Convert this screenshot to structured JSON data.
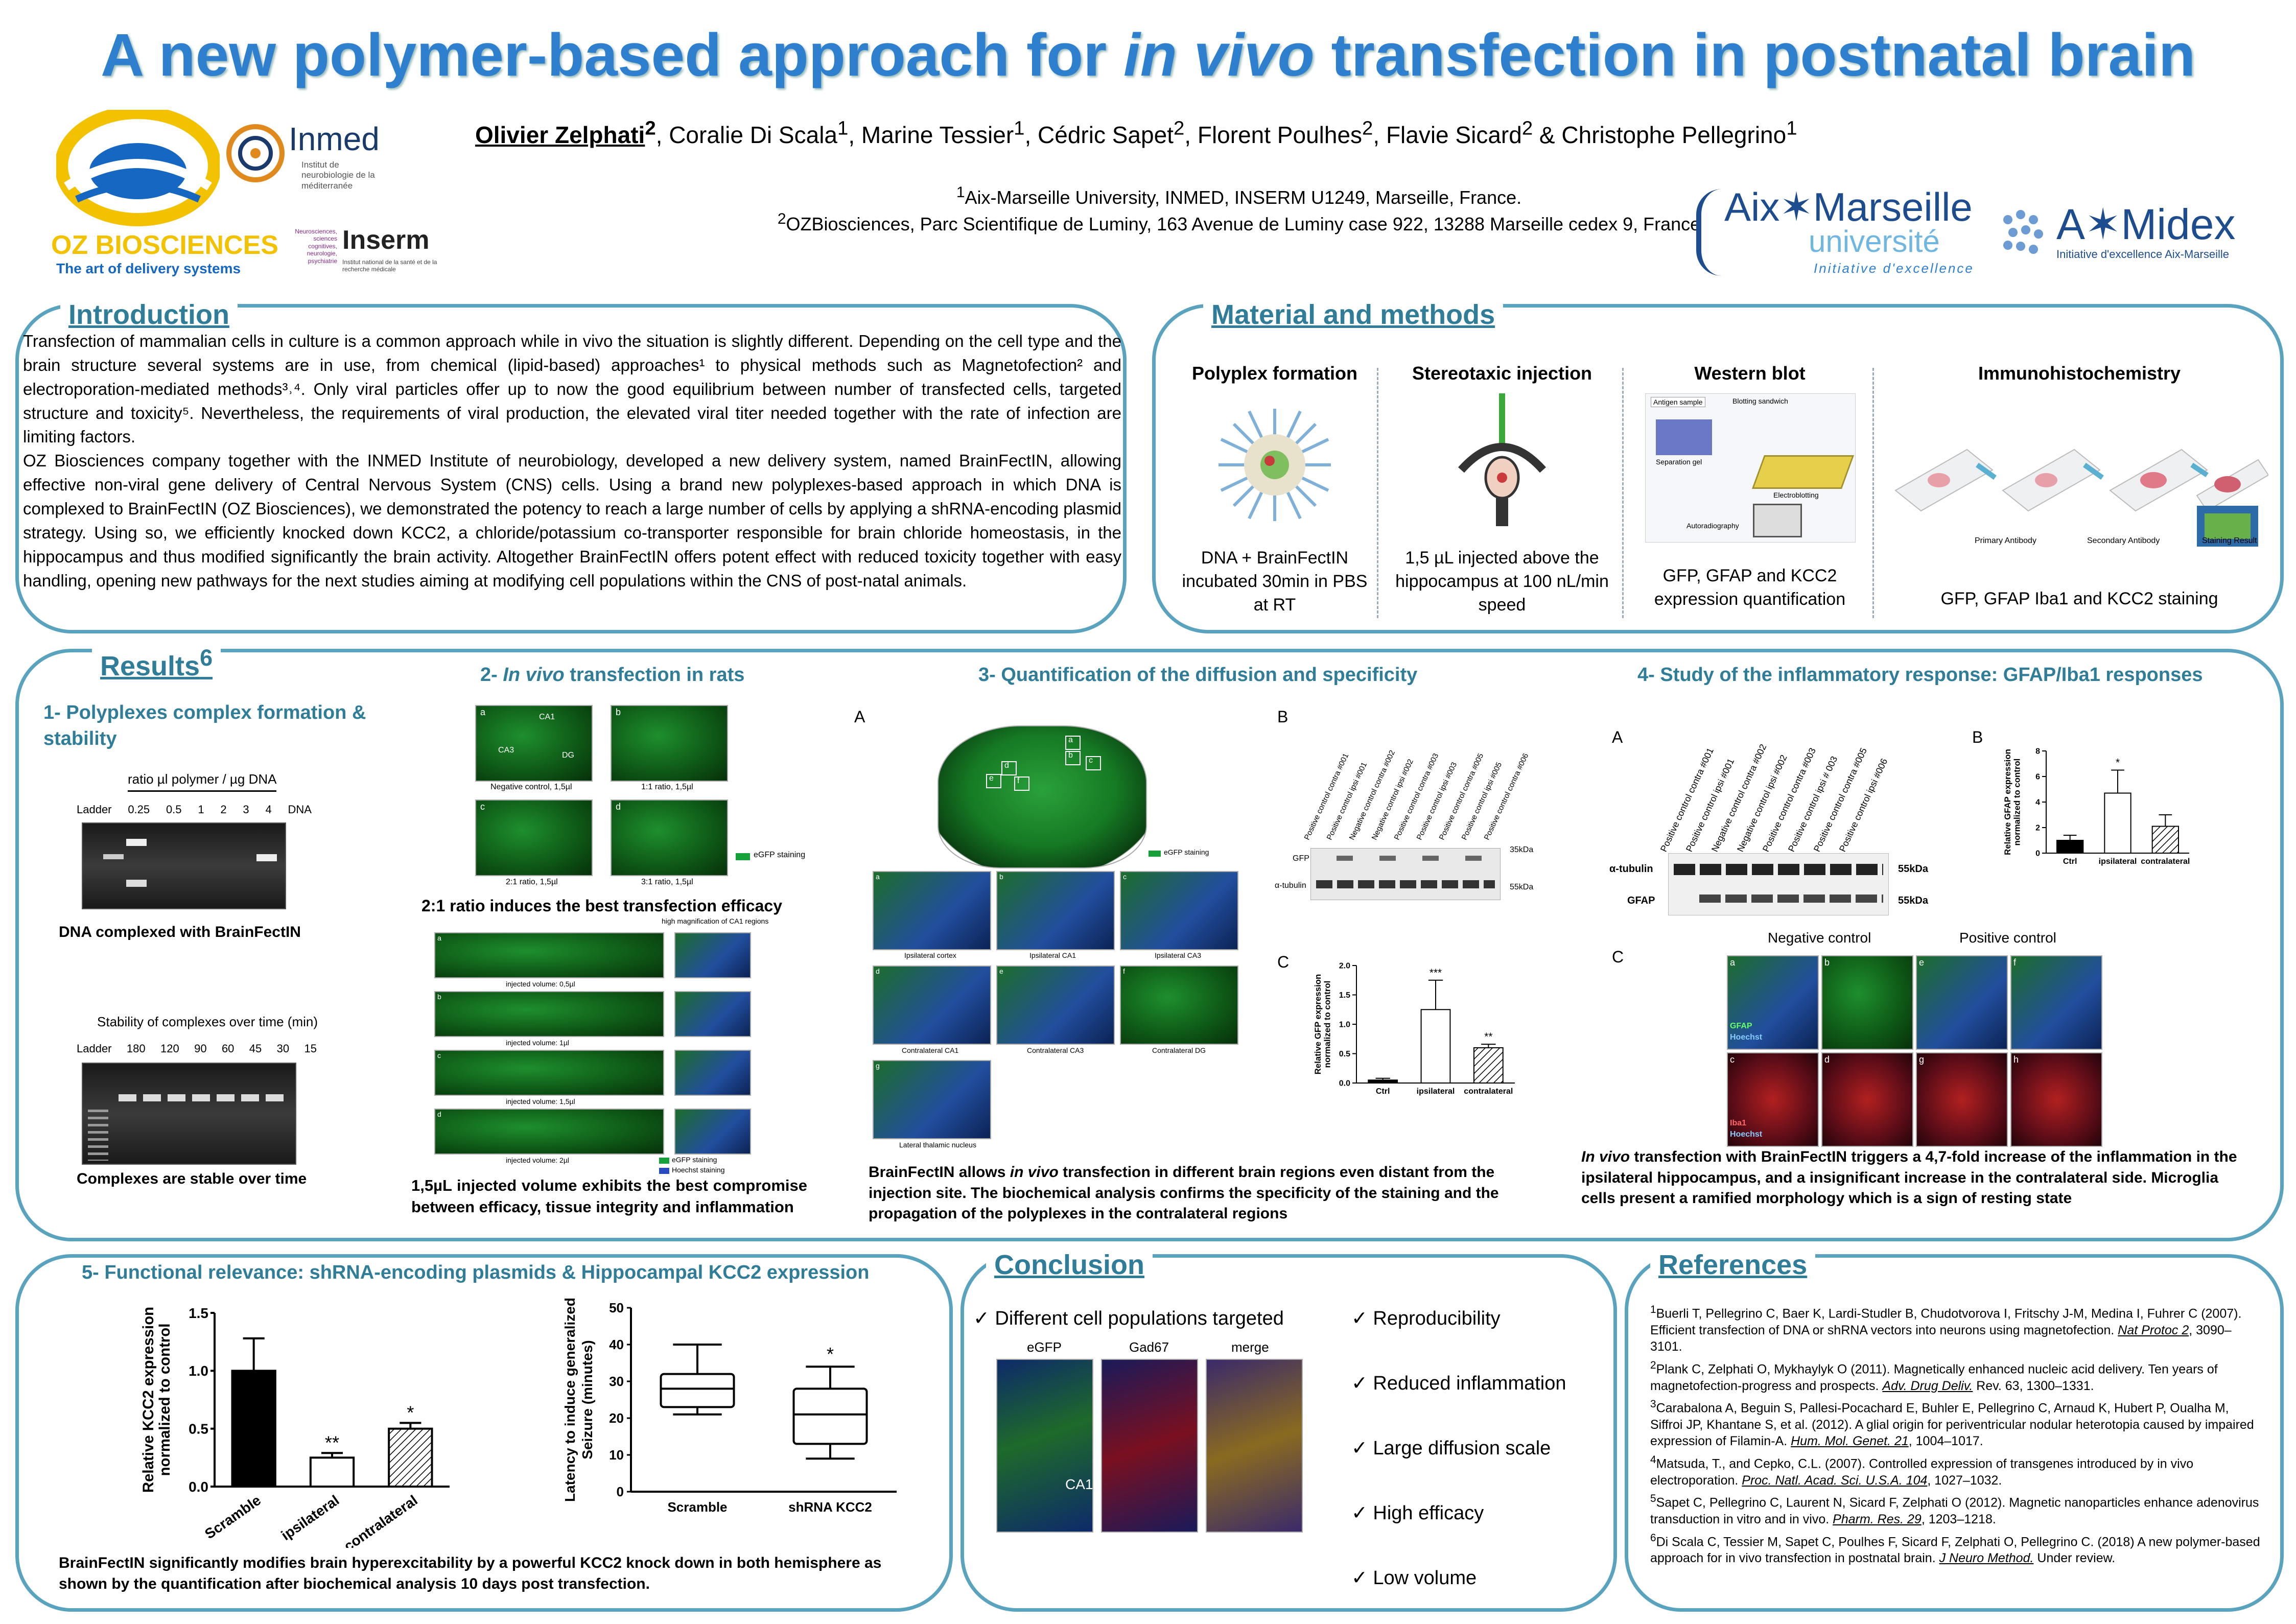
{
  "header": {
    "title_part1": "A new polymer-based approach for ",
    "title_italic": "in vivo",
    "title_part2": " transfection in postnatal brain",
    "lead_author": "Olivier Zelphati",
    "lead_sup": "2",
    "authors": [
      {
        "name": "Coralie Di Scala",
        "sup": "1"
      },
      {
        "name": "Marine Tessier",
        "sup": "1"
      },
      {
        "name": "Cédric Sapet",
        "sup": "2"
      },
      {
        "name": "Florent Poulhes",
        "sup": "2"
      },
      {
        "name": "Flavie Sicard",
        "sup": "2"
      },
      {
        "name": "Christophe Pellegrino",
        "sup": "1"
      }
    ],
    "aff1": "Aix-Marseille University, INMED, INSERM U1249, Marseille, France.",
    "aff2": "OZBiosciences, Parc Scientifique de Luminy, 163 Avenue de Luminy case 922, 13288 Marseille cedex 9, France",
    "aff1_sup": "1",
    "aff2_sup": "2"
  },
  "logos": {
    "oz_name": "OZ BIOSCIENCES",
    "oz_tagline": "The art of delivery systems",
    "inmed_name": "Inmed",
    "inmed_sub": "Institut de neurobiologie de la méditerranée",
    "inserm_name": "Inserm",
    "inserm_left": "Neurosciences, sciences cognitives, neurologie, psychiatrie",
    "inserm_sub": "Institut national de la santé et de la recherche médicale",
    "amu_line1": "Aix✶Marseille",
    "amu_line2": "université",
    "amu_line3": "Initiative d'excellence",
    "amidex_name": "A✶Midex",
    "amidex_sub": "Initiative d'excellence Aix-Marseille"
  },
  "intro": {
    "heading": "Introduction",
    "text": "Transfection of mammalian cells in culture is a common approach while in vivo the situation is slightly different. Depending on the cell type and the brain structure several systems are in use, from chemical (lipid-based) approaches¹ to physical methods such as Magnetofection² and electroporation-mediated methods³˒⁴. Only viral particles offer up to now the good equilibrium between number of transfected cells, targeted structure and toxicity⁵. Nevertheless, the requirements of viral production, the elevated viral titer needed together with the rate of infection are limiting factors.",
    "text2": "OZ Biosciences company together with the INMED Institute of neurobiology, developed a new delivery system, named BrainFectIN, allowing effective non-viral gene delivery of Central Nervous System (CNS) cells. Using a brand new polyplexes-based approach in which DNA is complexed to BrainFectIN (OZ Biosciences), we demonstrated the potency to reach a large number of cells by applying a shRNA-encoding plasmid strategy. Using so, we efficiently knocked down KCC2, a chloride/potassium co-transporter responsible for brain chloride homeostasis, in the hippocampus and thus modified significantly the brain activity. Altogether BrainFectIN offers potent effect with reduced toxicity together with easy handling, opening new pathways for the next studies aiming at modifying cell populations within the CNS of post-natal animals."
  },
  "methods": {
    "heading": "Material and methods",
    "cols": [
      {
        "title": "Polyplex formation",
        "caption": "DNA + BrainFectIN incubated 30min in PBS at RT"
      },
      {
        "title": "Stereotaxic injection",
        "caption": "1,5 µL injected above the hippocampus at 100 nL/min speed"
      },
      {
        "title": "Western blot",
        "caption": "GFP, GFAP and KCC2 expression quantification"
      },
      {
        "title": "Immunohistochemistry",
        "caption": "GFP, GFAP Iba1 and KCC2 staining"
      }
    ],
    "ihc_labels": [
      "Primary Antibody",
      "Secondary Antibody",
      "Staining Result"
    ],
    "wb_labels": [
      "Antigen sample",
      "Blotting sandwich",
      "Separation gel",
      "Electroblotting",
      "Autoradiography"
    ]
  },
  "results": {
    "heading": "Results",
    "heading_sup": "6",
    "s1": {
      "title": "1- Polyplexes complex formation & stability",
      "gel1_title": "ratio µl polymer / µg DNA",
      "gel1_lanes": [
        "Ladder",
        "0.25",
        "0.5",
        "1",
        "2",
        "3",
        "4",
        "DNA"
      ],
      "gel1_caption": "DNA complexed with BrainFectIN",
      "gel2_title": "Stability of complexes over time (min)",
      "gel2_lanes": [
        "Ladder",
        "180",
        "120",
        "90",
        "60",
        "45",
        "30",
        "15"
      ],
      "gel2_caption": "Complexes are stable over time"
    },
    "s2": {
      "title_prefix": "2- ",
      "title_italic": "In vivo",
      "title_suffix": " transfection in rats",
      "panels": [
        "Negative control, 1,5µl",
        "1:1 ratio, 1,5µl",
        "2:1 ratio, 1,5µl",
        "3:1 ratio, 1,5µl"
      ],
      "panel_letters": [
        "a",
        "b",
        "c",
        "d"
      ],
      "region_labels": [
        "CA1",
        "CA3",
        "DG"
      ],
      "legend": "eGFP staining",
      "mid_caption": "2:1 ratio induces the best transfection efficacy",
      "strip_title": "high magnification of CA1 regions",
      "strips": [
        "injected volume: 0,5µl",
        "injected volume: 1µl",
        "injected volume: 1,5µl",
        "injected volume: 2µl"
      ],
      "strip_letters": [
        "a",
        "b",
        "c",
        "d"
      ],
      "strip_legend": [
        "eGFP staining",
        "Hoechst staining"
      ],
      "caption": "1,5µL injected volume exhibits the best compromise between efficacy, tissue integrity and inflammation"
    },
    "s3": {
      "title": "3- Quantification of the diffusion and specificity",
      "panel_A": "A",
      "panel_B": "B",
      "panel_C": "C",
      "roi_letters": [
        "a",
        "b",
        "c",
        "d",
        "e",
        "f"
      ],
      "legend": "eGFP staining",
      "micro": [
        "Ipsilateral cortex",
        "Ipsilateral CA1",
        "Ipsilateral CA3",
        "Contralateral CA1",
        "Contralateral CA3",
        "Contralateral DG",
        "Lateral thalamic nucleus"
      ],
      "micro_letters": [
        "a",
        "b",
        "c",
        "d",
        "e",
        "f",
        "g"
      ],
      "blot_lanes": [
        "Positive control contra #001",
        "Positive control ipsi #001",
        "Negative control contra #002",
        "Negative control ipsi #002",
        "Positive control contra #003",
        "Positive control ipsi #003",
        "Positive control contra #005",
        "Positive control ipsi #005",
        "Positive control contra #006"
      ],
      "blot_rows": [
        "GFP",
        "α-tubulin"
      ],
      "blot_kda": [
        "35kDa",
        "55kDa"
      ],
      "caption_pre": "BrainFectIN allows ",
      "caption_it": "in vivo",
      "caption_post": " transfection in different brain regions even distant from the injection site. The biochemical analysis confirms the specificity of the staining and the propagation of the polyplexes in the contralateral regions"
    },
    "s4": {
      "title": "4- Study of the inflammatory response: GFAP/Iba1 responses",
      "panel_A": "A",
      "panel_B": "B",
      "panel_C": "C",
      "blot_lanes": [
        "Positive control contra #001",
        "Positive control ipsi #001",
        "Negative control contra #002",
        "Negative control ipsi #002",
        "Positive control contra #003",
        "Positive control ipsi # 003",
        "Positive control contra #005",
        "Positive control ipsi #006"
      ],
      "blot_rows": [
        "α-tubulin",
        "GFAP"
      ],
      "blot_kda": [
        "55kDa",
        "55kDa"
      ],
      "neg_label": "Negative control",
      "pos_label": "Positive control",
      "img_letters": [
        "a",
        "b",
        "e",
        "f",
        "c",
        "d",
        "g",
        "h"
      ],
      "img_tags": [
        "GFAP",
        "Hoechst",
        "Iba1",
        "Hoechst"
      ],
      "caption_it": "In vivo",
      "caption_post": " transfection with BrainFectIN triggers a 4,7-fold increase of the inflammation in the ipsilateral hippocampus, and a insignificant increase in the contralateral side. Microglia cells present a ramified morphology which is a sign of resting state"
    }
  },
  "s5": {
    "title": "5- Functional relevance: shRNA-encoding plasmids & Hippocampal KCC2 expression",
    "caption": "BrainFectIN significantly modifies brain hyperexcitability by a powerful KCC2 knock down in both hemisphere as shown by the quantification after biochemical analysis 10 days post transfection."
  },
  "conclusion": {
    "heading": "Conclusion",
    "first": "Different cell populations targeted",
    "img_labels": [
      "eGFP",
      "Gad67",
      "merge"
    ],
    "img_tag": "CA1",
    "items": [
      "Reproducibility",
      "Reduced inflammation",
      "Large diffusion scale",
      "High efficacy",
      "Low volume"
    ]
  },
  "references": {
    "heading": "References",
    "items": [
      {
        "sup": "1",
        "text": "Buerli T, Pellegrino C, Baer K, Lardi-Studler B, Chudotvorova I, Fritschy J-M, Medina I, Fuhrer C (2007). Efficient transfection of DNA or shRNA vectors into neurons using magnetofection. ",
        "journal": "Nat Protoc 2",
        "tail": ", 3090–3101."
      },
      {
        "sup": "2",
        "text": "Plank C, Zelphati O, Mykhaylyk O (2011). Magnetically enhanced nucleic acid delivery. Ten years of magnetofection-progress and prospects. ",
        "journal": "Adv. Drug Deliv.",
        "tail": " Rev. 63, 1300–1331."
      },
      {
        "sup": "3",
        "text": "Carabalona A, Beguin S, Pallesi-Pocachard E, Buhler E, Pellegrino C, Arnaud K, Hubert P, Oualha M, Siffroi JP, Khantane S, et al. (2012). A glial origin for periventricular nodular heterotopia caused by impaired expression of Filamin-A. ",
        "journal": "Hum. Mol. Genet. 21",
        "tail": ", 1004–1017."
      },
      {
        "sup": "4",
        "text": "Matsuda, T., and Cepko, C.L. (2007). Controlled expression of transgenes introduced by in vivo electroporation. ",
        "journal": "Proc. Natl. Acad. Sci. U.S.A. 104",
        "tail": ", 1027–1032."
      },
      {
        "sup": "5",
        "text": "Sapet C, Pellegrino C, Laurent N, Sicard F, Zelphati O (2012). Magnetic nanoparticles enhance adenovirus transduction in vitro and in vivo. ",
        "journal": "Pharm. Res. 29",
        "tail": ", 1203–1218."
      },
      {
        "sup": "6",
        "text": "Di Scala C, Tessier M, Sapet C, Poulhes F, Sicard F, Zelphati O, Pellegrino C. (2018) A new polymer-based approach for in vivo transfection in postnatal brain. ",
        "journal": "J Neuro Method.",
        "tail": " Under review."
      }
    ]
  },
  "chart_data": [
    {
      "id": "gfp_expression",
      "type": "bar",
      "categories": [
        "Ctrl",
        "ipsilateral",
        "contralateral"
      ],
      "values": [
        0.05,
        1.25,
        0.6
      ],
      "errors": [
        0.03,
        0.5,
        0.06
      ],
      "significance": [
        "",
        "***",
        "**"
      ],
      "ylabel": "Relative GFP expression normalized to control",
      "ylim": [
        0,
        2.0
      ],
      "yticks": [
        "0.0",
        "0.5",
        "1.0",
        "1.5",
        "2.0"
      ]
    },
    {
      "id": "gfap_expression",
      "type": "bar",
      "categories": [
        "Ctrl",
        "ipsilateral",
        "contralateral"
      ],
      "values": [
        1.0,
        4.7,
        2.1
      ],
      "errors": [
        0.4,
        1.8,
        0.9
      ],
      "significance": [
        "",
        "*",
        ""
      ],
      "ylabel": "Relative GFAP expression normalized to control",
      "ylim": [
        0,
        8
      ],
      "yticks": [
        "0",
        "2",
        "4",
        "6",
        "8"
      ]
    },
    {
      "id": "kcc2_expression",
      "type": "bar",
      "categories": [
        "Scramble",
        "ipsilateral",
        "contralateral"
      ],
      "values": [
        1.0,
        0.25,
        0.5
      ],
      "errors": [
        0.28,
        0.04,
        0.05
      ],
      "significance": [
        "",
        "**",
        "*"
      ],
      "ylabel": "Relative KCC2 expression normalized to control",
      "ylim": [
        0,
        1.5
      ],
      "yticks": [
        "0.0",
        "0.5",
        "1.0",
        "1.5"
      ]
    },
    {
      "id": "seizure_latency",
      "type": "box",
      "categories": [
        "Scramble",
        "shRNA KCC2"
      ],
      "boxes": [
        {
          "min": 21,
          "q1": 23,
          "median": 28,
          "q3": 32,
          "max": 40
        },
        {
          "min": 9,
          "q1": 13,
          "median": 21,
          "q3": 28,
          "max": 34
        }
      ],
      "significance": [
        "",
        "*"
      ],
      "ylabel": "Latency to induce generalized Seizure (minutes)",
      "ylim": [
        0,
        50
      ],
      "yticks": [
        "0",
        "10",
        "20",
        "30",
        "40",
        "50"
      ]
    }
  ]
}
